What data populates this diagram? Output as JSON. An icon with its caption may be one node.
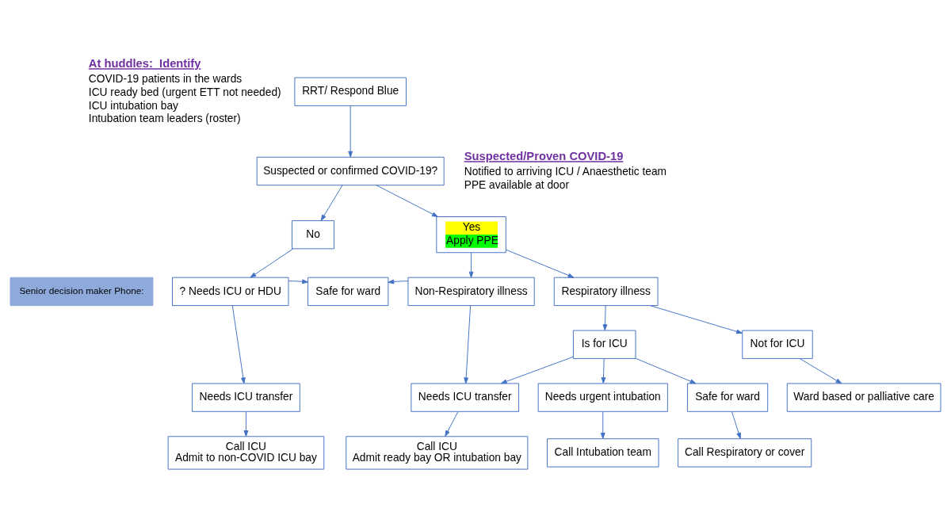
{
  "diagram": {
    "nodes": [
      {
        "text": [
          "RRT/ Respond Blue"
        ]
      },
      {
        "text": [
          "Suspected or confirmed COVID-19?"
        ]
      },
      {
        "text": [
          "No"
        ]
      },
      {
        "text": [
          "Yes",
          "Apply PPE"
        ]
      },
      {
        "text": [
          "? Needs ICU or HDU"
        ]
      },
      {
        "text": [
          "Safe for ward"
        ]
      },
      {
        "text": [
          "Non-Respiratory illness"
        ]
      },
      {
        "text": [
          "Respiratory illness"
        ]
      },
      {
        "text": [
          "Is for ICU"
        ]
      },
      {
        "text": [
          "Not for ICU"
        ]
      },
      {
        "text": [
          "Needs ICU transfer"
        ]
      },
      {
        "text": [
          "Needs ICU transfer"
        ]
      },
      {
        "text": [
          "Needs urgent intubation"
        ]
      },
      {
        "text": [
          "Safe for ward"
        ]
      },
      {
        "text": [
          "Ward based or palliative care"
        ]
      },
      {
        "text": [
          "Call ICU",
          "Admit to non-COVID ICU bay"
        ]
      },
      {
        "text": [
          "Call ICU",
          "Admit ready bay OR intubation bay"
        ]
      },
      {
        "text": [
          "Call Intubation team"
        ]
      },
      {
        "text": [
          "Call Respiratory or cover"
        ]
      },
      {
        "text": [
          "Senior decision maker Phone:"
        ]
      }
    ],
    "edges": [
      {
        "from": 0,
        "to": 1,
        "arrow": "to"
      },
      {
        "from": 1,
        "to": 2,
        "arrow": "to"
      },
      {
        "from": 1,
        "to": 3,
        "arrow": "to"
      },
      {
        "from": 2,
        "to": 4,
        "arrow": "to"
      },
      {
        "from": 3,
        "to": 6,
        "arrow": "to"
      },
      {
        "from": 3,
        "to": 7,
        "arrow": "to"
      },
      {
        "from": 4,
        "to": 5,
        "arrow": "to"
      },
      {
        "from": 6,
        "to": 5,
        "arrow": "to"
      },
      {
        "from": 4,
        "to": 10,
        "arrow": "to"
      },
      {
        "from": 6,
        "to": 11,
        "arrow": "to"
      },
      {
        "from": 7,
        "to": 8,
        "arrow": "to"
      },
      {
        "from": 7,
        "to": 9,
        "arrow": "to"
      },
      {
        "from": 8,
        "to": 11,
        "arrow": "to"
      },
      {
        "from": 8,
        "to": 12,
        "arrow": "to"
      },
      {
        "from": 8,
        "to": 13,
        "arrow": "to"
      },
      {
        "from": 9,
        "to": 14,
        "arrow": "to"
      },
      {
        "from": 10,
        "to": 15,
        "arrow": "to"
      },
      {
        "from": 11,
        "to": 16,
        "arrow": "to"
      },
      {
        "from": 12,
        "to": 17,
        "arrow": "to"
      },
      {
        "from": 13,
        "to": 18,
        "arrow": "to"
      }
    ],
    "labels": [
      "At huddles:  Identify",
      "COVID-19 patients in the wards",
      "ICU ready bed (urgent ETT not needed)",
      "ICU intubation bay",
      "Intubation team leaders (roster)",
      "Suspected/Proven COVID-19",
      "Notified to arriving ICU / Anaesthetic team",
      "PPE available at door"
    ]
  }
}
